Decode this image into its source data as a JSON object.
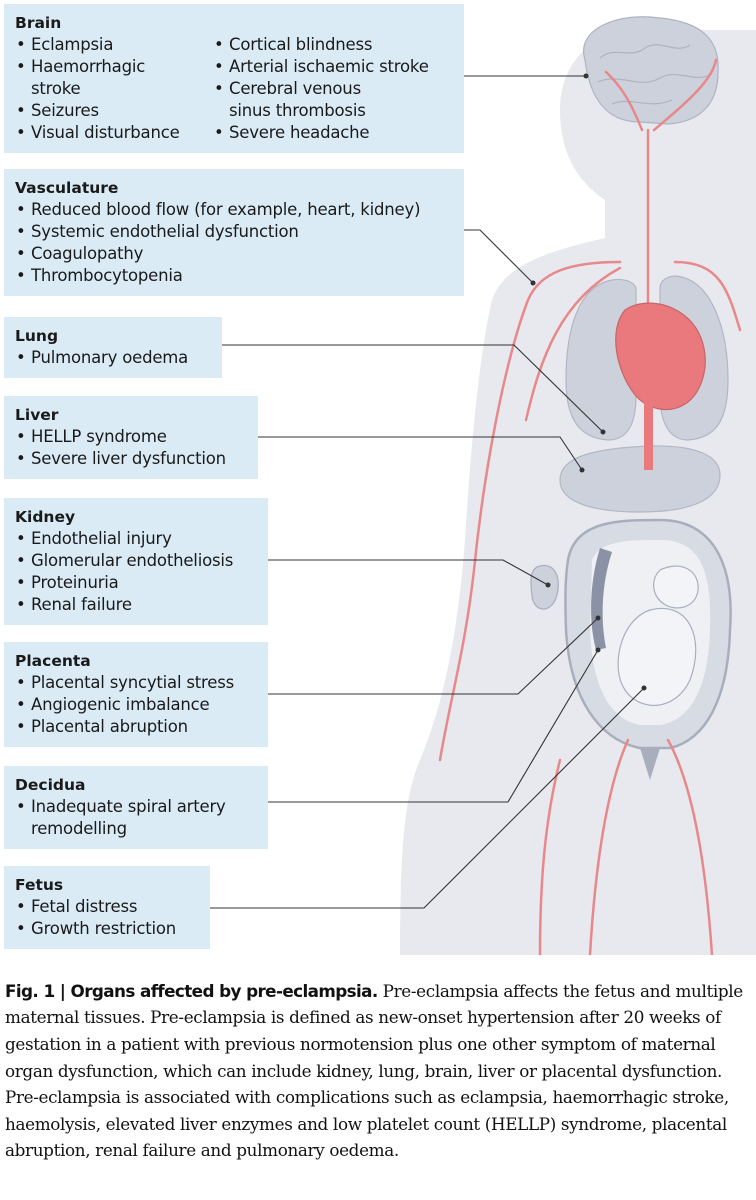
{
  "organs": [
    {
      "title": "Brain",
      "col1": [
        "Eclampsia",
        "Haemorrhagic stroke",
        "Seizures",
        "Visual disturbance"
      ],
      "col2": [
        "Cortical blindness",
        "Arterial ischaemic stroke",
        "Cerebral venous sinus thrombosis",
        "Severe headache"
      ]
    },
    {
      "title": "Vasculature",
      "items": [
        "Reduced blood flow (for example, heart, kidney)",
        "Systemic endothelial dysfunction",
        "Coagulopathy",
        "Thrombocytopenia"
      ]
    },
    {
      "title": "Lung",
      "items": [
        "Pulmonary oedema"
      ]
    },
    {
      "title": "Liver",
      "items": [
        "HELLP syndrome",
        "Severe liver dysfunction"
      ]
    },
    {
      "title": "Kidney",
      "items": [
        "Endothelial injury",
        "Glomerular endotheliosis",
        "Proteinuria",
        "Renal failure"
      ]
    },
    {
      "title": "Placenta",
      "items": [
        "Placental syncytial stress",
        "Angiogenic imbalance",
        "Placental abruption"
      ]
    },
    {
      "title": "Decidua",
      "items": [
        "Inadequate spiral artery remodelling"
      ]
    },
    {
      "title": "Fetus",
      "items": [
        "Fetal distress",
        "Growth restriction"
      ]
    }
  ],
  "caption": {
    "label": "Fig. 1 | Organs affected by pre-eclampsia.",
    "text": " Pre-eclampsia affects the fetus and multiple maternal tissues. Pre-eclampsia is defined as new-onset hypertension after 20 weeks of gestation in a patient with previous normotension plus one other symptom of maternal organ dysfunction, which can include kidney, lung, brain, liver or placental dysfunction. Pre-eclampsia is associated with complications such as eclampsia, haemorrhagic stroke, haemolysis, elevated liver enzymes and low platelet count (HELLP) syndrome, placental abruption, renal failure and pulmonary oedema."
  },
  "colors": {
    "box": "#daebf6",
    "body": "#e7e9ef",
    "vessel": "#e8888a",
    "organ": "#cdd1dc",
    "heart": "#e9797d"
  }
}
